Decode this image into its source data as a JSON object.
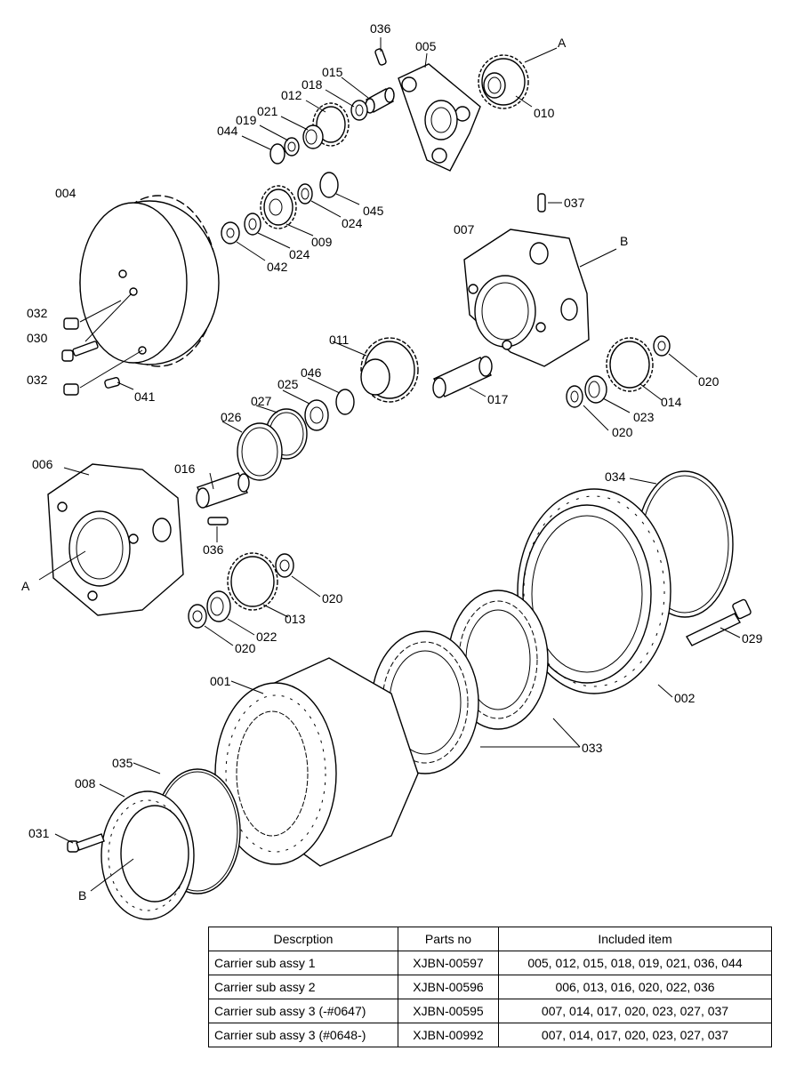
{
  "callouts": [
    {
      "id": "c036a",
      "text": "036"
    },
    {
      "id": "c005",
      "text": "005"
    },
    {
      "id": "cA1",
      "text": "A"
    },
    {
      "id": "c015",
      "text": "015"
    },
    {
      "id": "c018",
      "text": "018"
    },
    {
      "id": "c012",
      "text": "012"
    },
    {
      "id": "c010",
      "text": "010"
    },
    {
      "id": "c021",
      "text": "021"
    },
    {
      "id": "c019",
      "text": "019"
    },
    {
      "id": "c044",
      "text": "044"
    },
    {
      "id": "c004",
      "text": "004"
    },
    {
      "id": "c045",
      "text": "045"
    },
    {
      "id": "c024a",
      "text": "024"
    },
    {
      "id": "c009",
      "text": "009"
    },
    {
      "id": "c024b",
      "text": "024"
    },
    {
      "id": "c042",
      "text": "042"
    },
    {
      "id": "c037",
      "text": "037"
    },
    {
      "id": "c007",
      "text": "007"
    },
    {
      "id": "cB1",
      "text": "B"
    },
    {
      "id": "c032a",
      "text": "032"
    },
    {
      "id": "c030",
      "text": "030"
    },
    {
      "id": "c032b",
      "text": "032"
    },
    {
      "id": "c041",
      "text": "041"
    },
    {
      "id": "c011",
      "text": "011"
    },
    {
      "id": "c046",
      "text": "046"
    },
    {
      "id": "c025",
      "text": "025"
    },
    {
      "id": "c027",
      "text": "027"
    },
    {
      "id": "c017",
      "text": "017"
    },
    {
      "id": "c020a",
      "text": "020"
    },
    {
      "id": "c014",
      "text": "014"
    },
    {
      "id": "c023",
      "text": "023"
    },
    {
      "id": "c020b",
      "text": "020"
    },
    {
      "id": "c026",
      "text": "026"
    },
    {
      "id": "c006",
      "text": "006"
    },
    {
      "id": "c016",
      "text": "016"
    },
    {
      "id": "c036b",
      "text": "036"
    },
    {
      "id": "cA2",
      "text": "A"
    },
    {
      "id": "c020c",
      "text": "020"
    },
    {
      "id": "c013",
      "text": "013"
    },
    {
      "id": "c022",
      "text": "022"
    },
    {
      "id": "c020d",
      "text": "020"
    },
    {
      "id": "c034",
      "text": "034"
    },
    {
      "id": "c029",
      "text": "029"
    },
    {
      "id": "c001",
      "text": "001"
    },
    {
      "id": "c002",
      "text": "002"
    },
    {
      "id": "c033",
      "text": "033"
    },
    {
      "id": "c035",
      "text": "035"
    },
    {
      "id": "c008",
      "text": "008"
    },
    {
      "id": "c031",
      "text": "031"
    },
    {
      "id": "cB2",
      "text": "B"
    }
  ],
  "table": {
    "headers": [
      "Descrption",
      "Parts no",
      "Included item"
    ],
    "rows": [
      [
        "Carrier sub assy 1",
        "XJBN-00597",
        "005, 012, 015, 018, 019, 021, 036, 044"
      ],
      [
        "Carrier sub assy 2",
        "XJBN-00596",
        "006, 013, 016, 020, 022, 036"
      ],
      [
        "Carrier sub assy 3 (-#0647)",
        "XJBN-00595",
        "007, 014, 017, 020, 023, 027, 037"
      ],
      [
        "Carrier sub assy 3 (#0648-)",
        "XJBN-00992",
        "007, 014, 017, 020, 023, 027, 037"
      ]
    ]
  }
}
